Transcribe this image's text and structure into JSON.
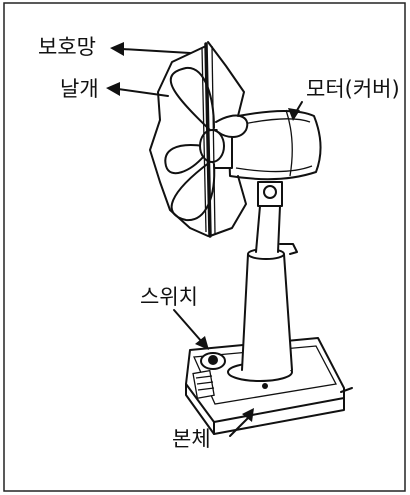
{
  "labels": {
    "guard": "보호망",
    "blade": "날개",
    "motor": "모터(커버)",
    "switch": "스위치",
    "body": "본체"
  }
}
